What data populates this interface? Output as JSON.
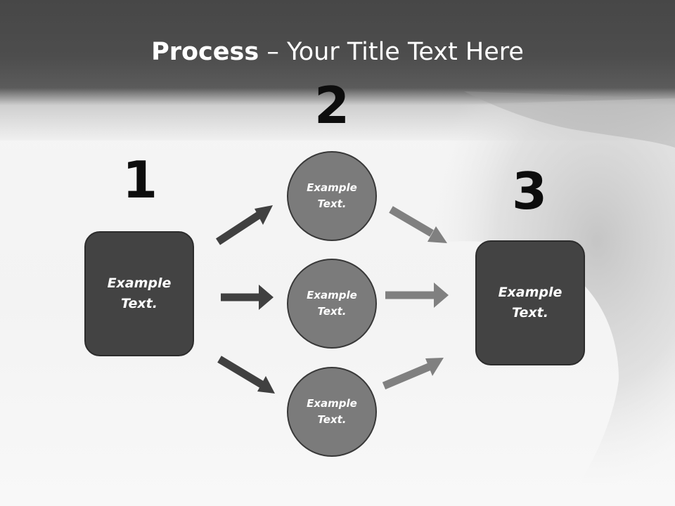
{
  "title": {
    "bold": "Process",
    "separator": "–",
    "rest": "Your Title Text Here"
  },
  "steps": [
    {
      "number": "1",
      "label": "Example\nText."
    },
    {
      "number": "2",
      "label": ""
    },
    {
      "number": "3",
      "label": "Example\nText."
    }
  ],
  "circles": [
    {
      "label": "Example\nText."
    },
    {
      "label": "Example\nText."
    },
    {
      "label": "Example\nText."
    }
  ],
  "colors": {
    "header": "#4a4a4a",
    "box_fill": "#434343",
    "circle_fill": "#7b7b7b",
    "arrow_dark": "#404040",
    "arrow_light": "#808080"
  }
}
